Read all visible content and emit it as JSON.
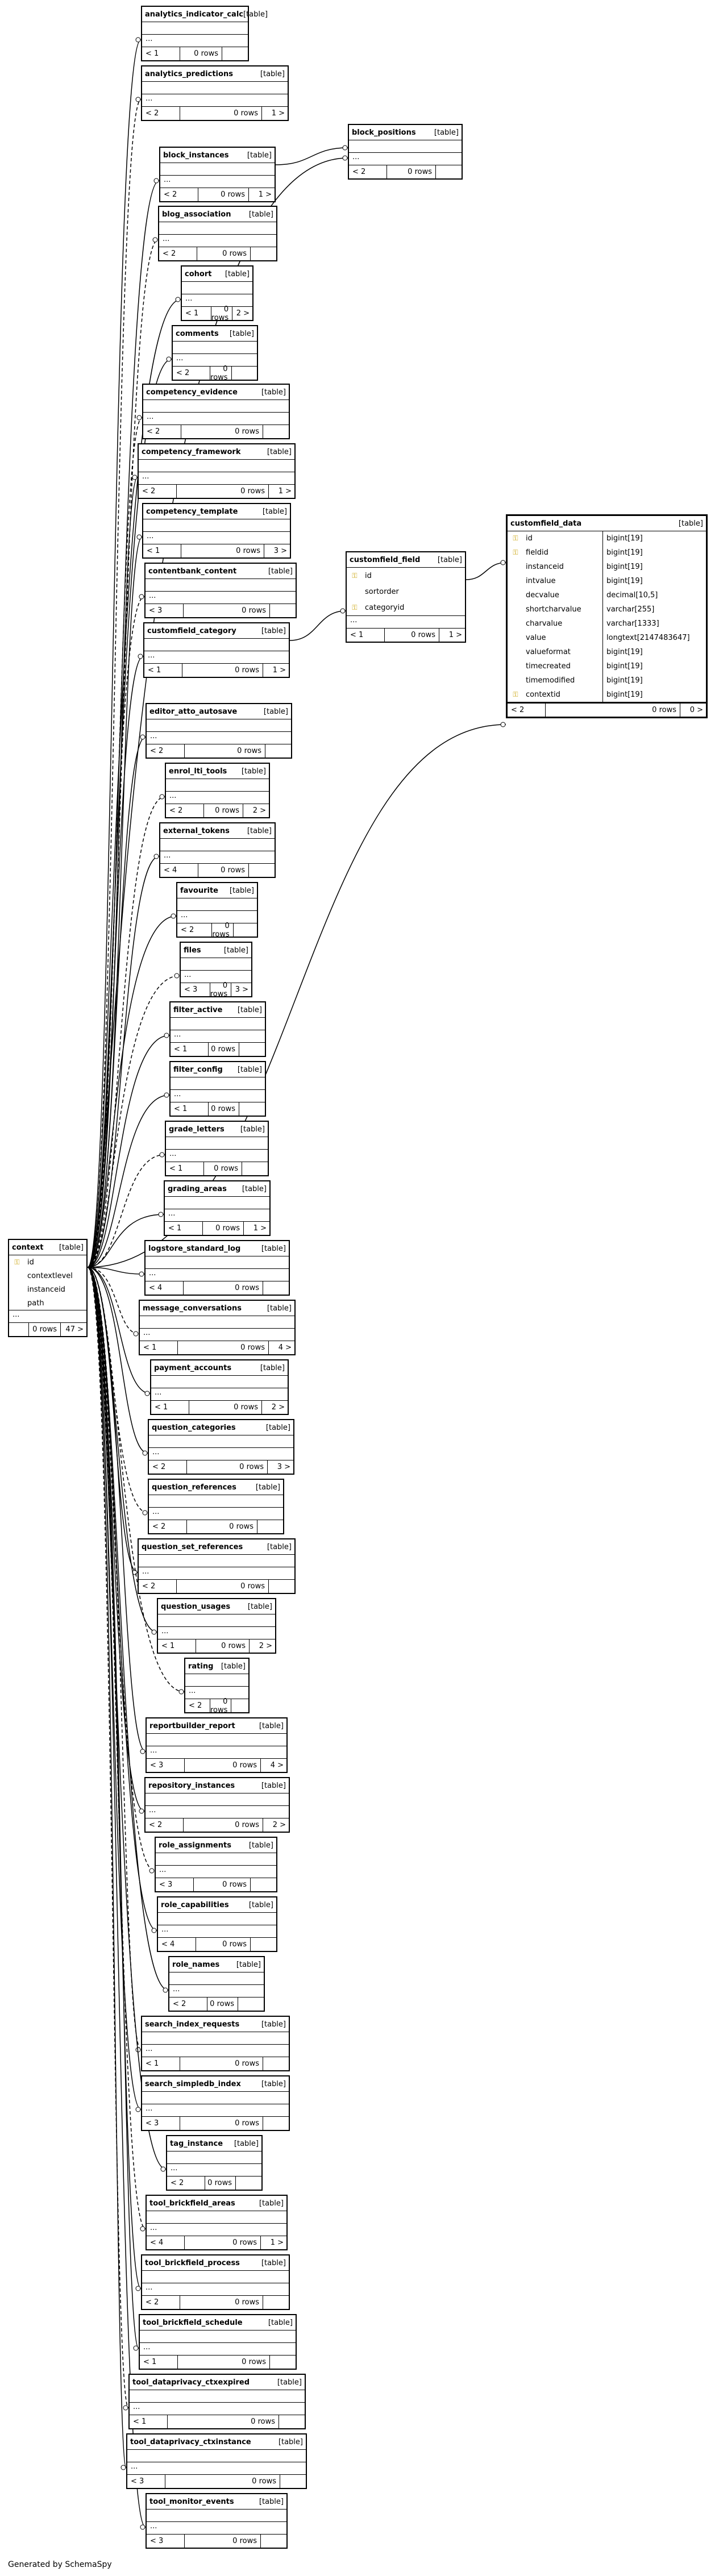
{
  "generated_by": "Generated by SchemaSpy",
  "table_tag": "[table]",
  "key_icon": "⚿",
  "tables": [
    {
      "name": "analytics_indicator_calc",
      "rows": "0 rows",
      "left": "< 1",
      "right": ""
    },
    {
      "name": "analytics_predictions",
      "rows": "0 rows",
      "left": "< 2",
      "right": "1 >"
    },
    {
      "name": "block_positions",
      "rows": "0 rows",
      "left": "< 2",
      "right": ""
    },
    {
      "name": "block_instances",
      "rows": "0 rows",
      "left": "< 2",
      "right": "1 >"
    },
    {
      "name": "blog_association",
      "rows": "0 rows",
      "left": "< 2",
      "right": ""
    },
    {
      "name": "cohort",
      "rows": "0 rows",
      "left": "< 1",
      "right": "2 >"
    },
    {
      "name": "comments",
      "rows": "0 rows",
      "left": "< 2",
      "right": ""
    },
    {
      "name": "competency_evidence",
      "rows": "0 rows",
      "left": "< 2",
      "right": ""
    },
    {
      "name": "competency_framework",
      "rows": "0 rows",
      "left": "< 2",
      "right": "1 >"
    },
    {
      "name": "competency_template",
      "rows": "0 rows",
      "left": "< 1",
      "right": "3 >"
    },
    {
      "name": "contentbank_content",
      "rows": "0 rows",
      "left": "< 3",
      "right": ""
    },
    {
      "name": "customfield_category",
      "rows": "0 rows",
      "left": "< 1",
      "right": "1 >"
    },
    {
      "name": "editor_atto_autosave",
      "rows": "0 rows",
      "left": "< 2",
      "right": ""
    },
    {
      "name": "enrol_lti_tools",
      "rows": "0 rows",
      "left": "< 2",
      "right": "2 >"
    },
    {
      "name": "external_tokens",
      "rows": "0 rows",
      "left": "< 4",
      "right": ""
    },
    {
      "name": "favourite",
      "rows": "0 rows",
      "left": "< 2",
      "right": ""
    },
    {
      "name": "files",
      "rows": "0 rows",
      "left": "< 3",
      "right": "3 >"
    },
    {
      "name": "filter_active",
      "rows": "0 rows",
      "left": "< 1",
      "right": ""
    },
    {
      "name": "filter_config",
      "rows": "0 rows",
      "left": "< 1",
      "right": ""
    },
    {
      "name": "grade_letters",
      "rows": "0 rows",
      "left": "< 1",
      "right": ""
    },
    {
      "name": "grading_areas",
      "rows": "0 rows",
      "left": "< 1",
      "right": "1 >"
    },
    {
      "name": "logstore_standard_log",
      "rows": "0 rows",
      "left": "< 4",
      "right": ""
    },
    {
      "name": "message_conversations",
      "rows": "0 rows",
      "left": "< 1",
      "right": "4 >"
    },
    {
      "name": "payment_accounts",
      "rows": "0 rows",
      "left": "< 1",
      "right": "2 >"
    },
    {
      "name": "question_categories",
      "rows": "0 rows",
      "left": "< 2",
      "right": "3 >"
    },
    {
      "name": "question_references",
      "rows": "0 rows",
      "left": "< 2",
      "right": ""
    },
    {
      "name": "question_set_references",
      "rows": "0 rows",
      "left": "< 2",
      "right": ""
    },
    {
      "name": "question_usages",
      "rows": "0 rows",
      "left": "< 1",
      "right": "2 >"
    },
    {
      "name": "rating",
      "rows": "0 rows",
      "left": "< 2",
      "right": ""
    },
    {
      "name": "reportbuilder_report",
      "rows": "0 rows",
      "left": "< 3",
      "right": "4 >"
    },
    {
      "name": "repository_instances",
      "rows": "0 rows",
      "left": "< 2",
      "right": "2 >"
    },
    {
      "name": "role_assignments",
      "rows": "0 rows",
      "left": "< 3",
      "right": ""
    },
    {
      "name": "role_capabilities",
      "rows": "0 rows",
      "left": "< 4",
      "right": ""
    },
    {
      "name": "role_names",
      "rows": "0 rows",
      "left": "< 2",
      "right": ""
    },
    {
      "name": "search_index_requests",
      "rows": "0 rows",
      "left": "< 1",
      "right": ""
    },
    {
      "name": "search_simpledb_index",
      "rows": "0 rows",
      "left": "< 3",
      "right": ""
    },
    {
      "name": "tag_instance",
      "rows": "0 rows",
      "left": "< 2",
      "right": ""
    },
    {
      "name": "tool_brickfield_areas",
      "rows": "0 rows",
      "left": "< 4",
      "right": "1 >"
    },
    {
      "name": "tool_brickfield_process",
      "rows": "0 rows",
      "left": "< 2",
      "right": ""
    },
    {
      "name": "tool_brickfield_schedule",
      "rows": "0 rows",
      "left": "< 1",
      "right": ""
    },
    {
      "name": "tool_dataprivacy_ctxexpired",
      "rows": "0 rows",
      "left": "< 1",
      "right": ""
    },
    {
      "name": "tool_dataprivacy_ctxinstance",
      "rows": "0 rows",
      "left": "< 3",
      "right": ""
    },
    {
      "name": "tool_monitor_events",
      "rows": "0 rows",
      "left": "< 3",
      "right": ""
    }
  ],
  "context": {
    "name": "context",
    "columns": [
      {
        "key": true,
        "name": "id"
      },
      {
        "key": false,
        "name": "contextlevel"
      },
      {
        "key": false,
        "name": "instanceid"
      },
      {
        "key": false,
        "name": "path"
      }
    ],
    "ellipsis": "...",
    "rows": "0 rows",
    "left": "",
    "right": "47 >"
  },
  "customfield_field": {
    "name": "customfield_field",
    "columns": [
      {
        "key": true,
        "name": "id"
      },
      {
        "key": false,
        "name": "sortorder"
      },
      {
        "key": true,
        "name": "categoryid"
      }
    ],
    "ellipsis": "...",
    "rows": "0 rows",
    "left": "< 1",
    "right": "1 >"
  },
  "customfield_data": {
    "name": "customfield_data",
    "columns": [
      {
        "key": true,
        "name": "id",
        "type": "bigint[19]"
      },
      {
        "key": true,
        "name": "fieldid",
        "type": "bigint[19]"
      },
      {
        "key": false,
        "name": "instanceid",
        "type": "bigint[19]"
      },
      {
        "key": false,
        "name": "intvalue",
        "type": "bigint[19]"
      },
      {
        "key": false,
        "name": "decvalue",
        "type": "decimal[10,5]"
      },
      {
        "key": false,
        "name": "shortcharvalue",
        "type": "varchar[255]"
      },
      {
        "key": false,
        "name": "charvalue",
        "type": "varchar[1333]"
      },
      {
        "key": false,
        "name": "value",
        "type": "longtext[2147483647]"
      },
      {
        "key": false,
        "name": "valueformat",
        "type": "bigint[19]"
      },
      {
        "key": false,
        "name": "timecreated",
        "type": "bigint[19]"
      },
      {
        "key": false,
        "name": "timemodified",
        "type": "bigint[19]"
      },
      {
        "key": true,
        "name": "contextid",
        "type": "bigint[19]"
      }
    ],
    "rows": "0 rows",
    "left": "< 2",
    "right": "0 >"
  }
}
